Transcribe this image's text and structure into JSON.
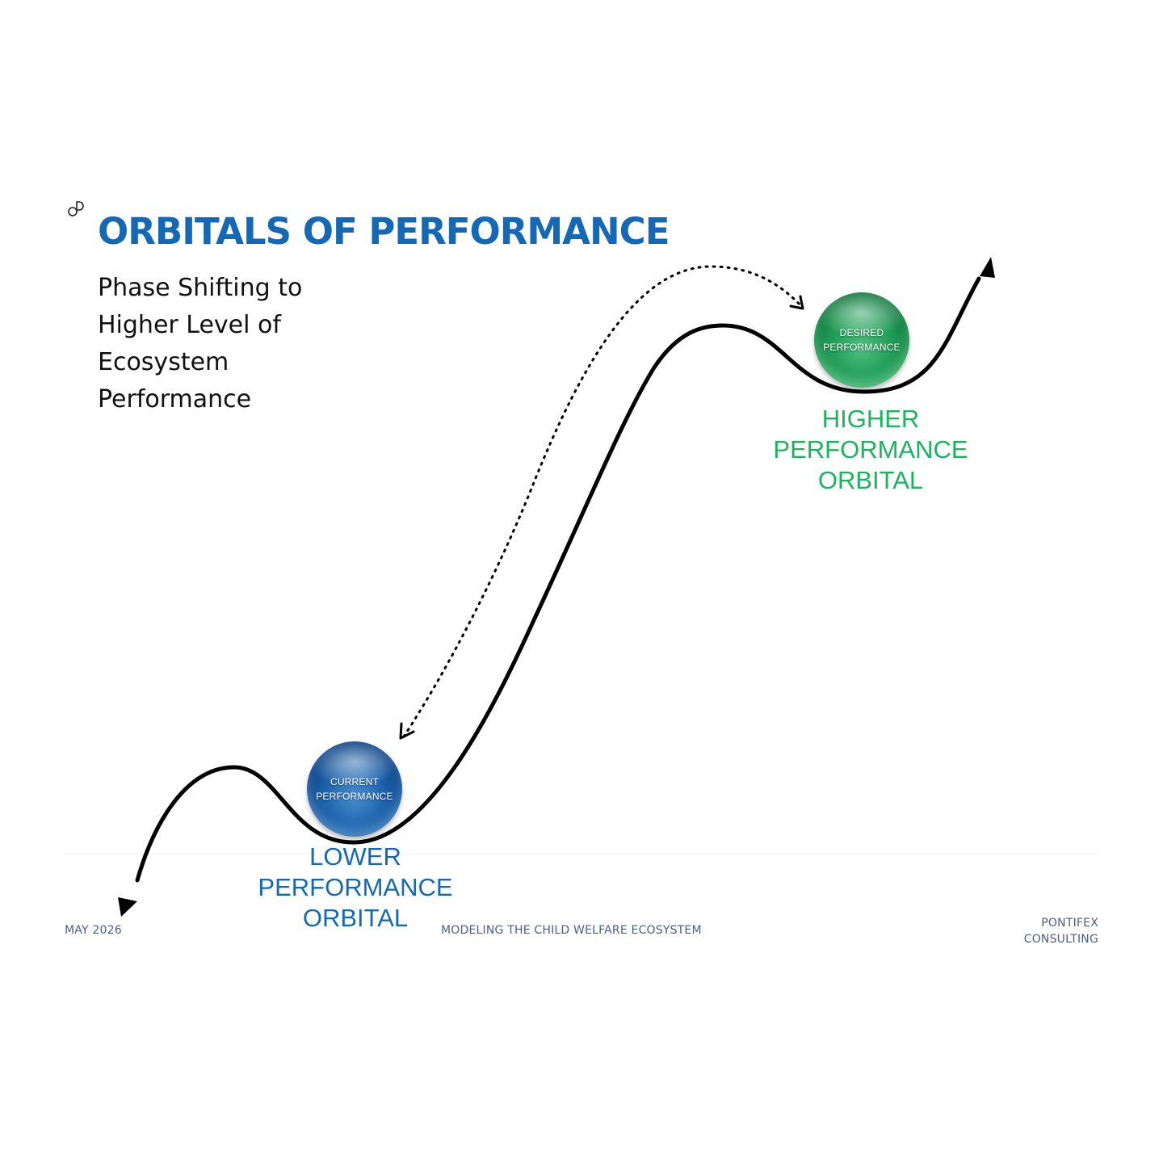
{
  "slide": {
    "title": "ORBITALS OF PERFORMANCE",
    "subtitle_lines": [
      "Phase Shifting to",
      "Higher Level of",
      "Ecosystem",
      "Performance"
    ]
  },
  "diagram": {
    "current_orb": {
      "line1": "CURRENT",
      "line2": "PERFORMANCE",
      "color": "#1b5fa8"
    },
    "desired_orb": {
      "line1": "DESIRED",
      "line2": "PERFORMANCE",
      "color": "#1f9a55"
    },
    "lower_orbital": {
      "lines": [
        "LOWER",
        "PERFORMANCE",
        "ORBITAL"
      ],
      "color": "#1468b4"
    },
    "higher_orbital": {
      "lines": [
        "HIGHER",
        "PERFORMANCE",
        "ORBITAL"
      ],
      "color": "#1cb35f"
    }
  },
  "footer": {
    "date": "MAY 2026",
    "center": "MODELING THE CHILD WELFARE ECOSYSTEM",
    "right_lines": [
      "PONTIFEX",
      "CONSULTING"
    ]
  },
  "colors": {
    "title": "#1468b4",
    "footer": "#4a5d86",
    "curve": "#000000"
  }
}
